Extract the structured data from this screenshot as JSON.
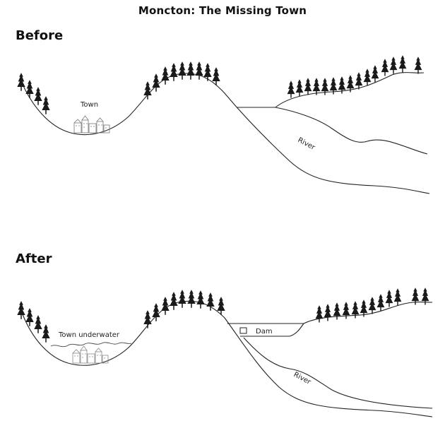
{
  "title": "Moncton: The Missing Town",
  "before": {
    "heading": "Before",
    "town_label": "Town",
    "river_label": "River"
  },
  "after": {
    "heading": "After",
    "town_label": "Town underwater",
    "dam_label": "Dam",
    "river_label": "River"
  },
  "colors": {
    "line": "#222222",
    "tree": "#1a1a1a",
    "water": "#444444",
    "town": "#777777"
  },
  "icons": [
    "pine-tree-icon",
    "town-buildings-icon",
    "dam-gate-icon"
  ]
}
